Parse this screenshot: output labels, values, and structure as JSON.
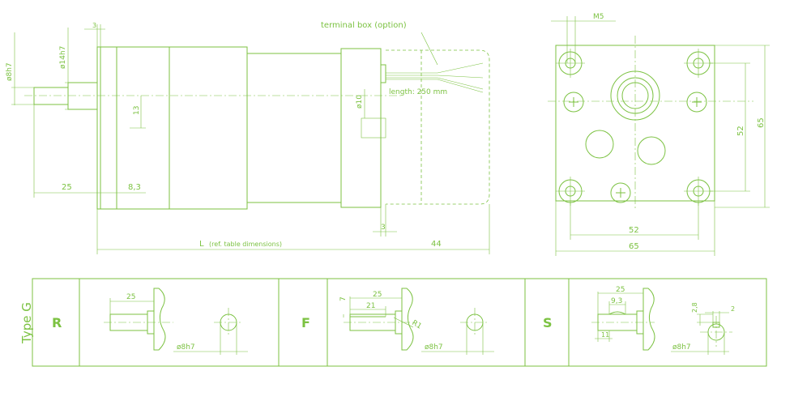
{
  "colors": {
    "line": "#7cc242",
    "background": "#ffffff"
  },
  "side_view": {
    "terminal_box_label": "terminal box (option)",
    "cable_length_label": "length: 250 mm",
    "shaft_diameter": "ø8h7",
    "pilot_diameter": "ø14h7",
    "flange_thickness": "3",
    "shaft_offset": "13",
    "end_shaft_diameter": "ø10",
    "shaft_length": "25",
    "shaft_step": "8,3",
    "rear_gap": "3",
    "length_label": "L",
    "length_note": "(ref. table dimensions)",
    "terminal_box_length": "44"
  },
  "front_view": {
    "thread_label": "M5",
    "hole_pitch_v": "52",
    "overall_height": "65",
    "hole_pitch_h": "52",
    "overall_width": "65"
  },
  "type_table": {
    "title": "Type G",
    "sections": [
      {
        "code": "R",
        "length": "25",
        "diameter": "ø8h7"
      },
      {
        "code": "F",
        "flat_depth": "7",
        "length": "25",
        "flat_length": "21",
        "radius": "R1",
        "diameter": "ø8h7"
      },
      {
        "code": "S",
        "length": "25",
        "key_length": "9,3",
        "key_offset": "11",
        "key_height": "2,8",
        "key_width": "2",
        "diameter": "ø8h7"
      }
    ]
  }
}
